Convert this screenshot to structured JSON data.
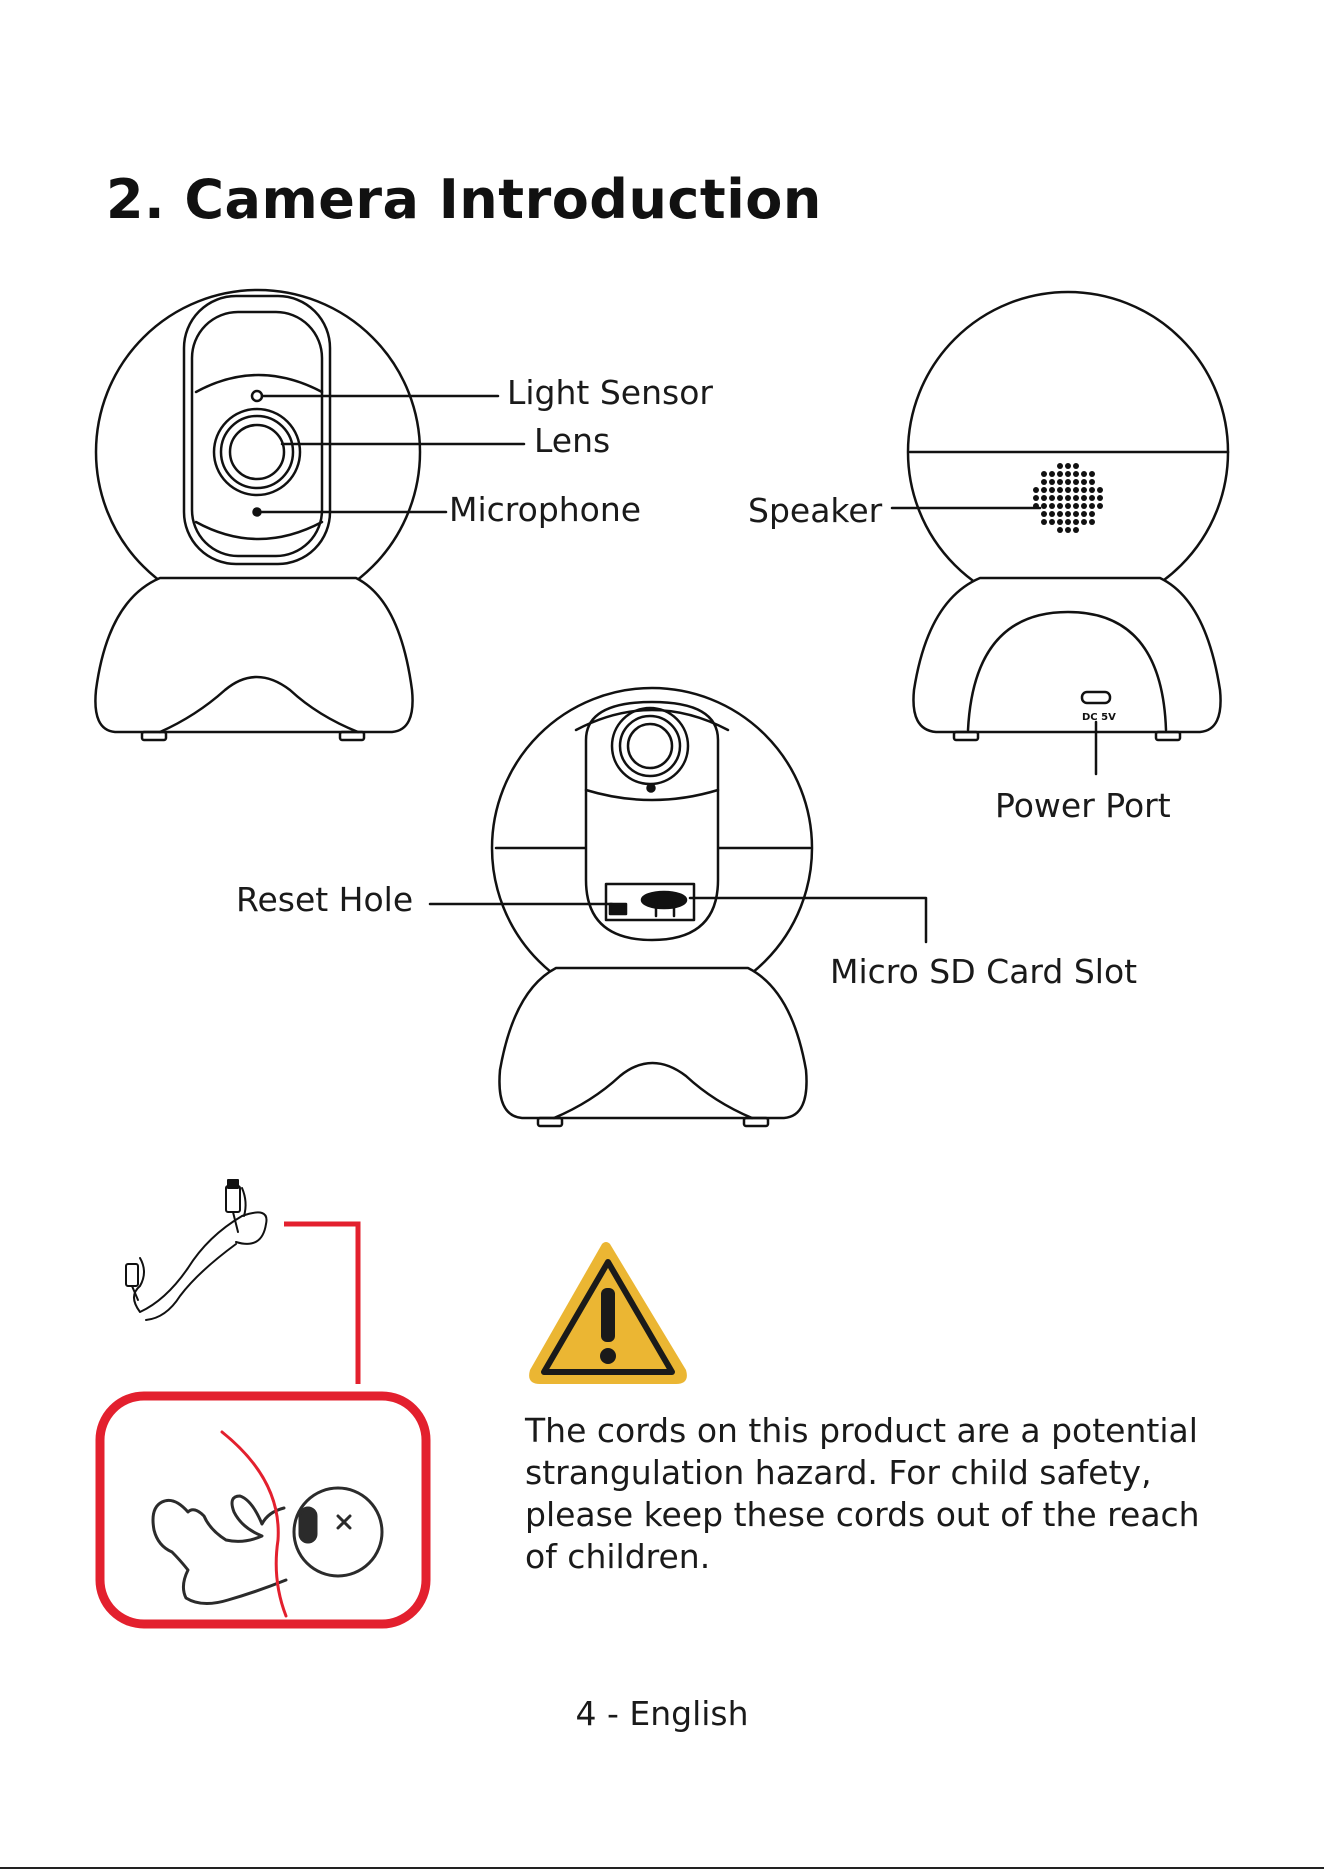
{
  "page": {
    "title": "2. Camera Introduction",
    "footer": "4 - English"
  },
  "labels": {
    "light_sensor": "Light Sensor",
    "lens": "Lens",
    "microphone": "Microphone",
    "speaker": "Speaker",
    "power_port": "Power Port",
    "port_marking": "DC 5V",
    "reset_hole": "Reset Hole",
    "sd_slot": "Micro SD Card Slot"
  },
  "warning": {
    "text": "The cords on this product are a potential strangulation hazard. For child safety, please keep these cords out of the reach of children.",
    "icon": "warning-triangle-icon",
    "icon_color": "#EBB633",
    "frame_color": "#E3202E"
  }
}
